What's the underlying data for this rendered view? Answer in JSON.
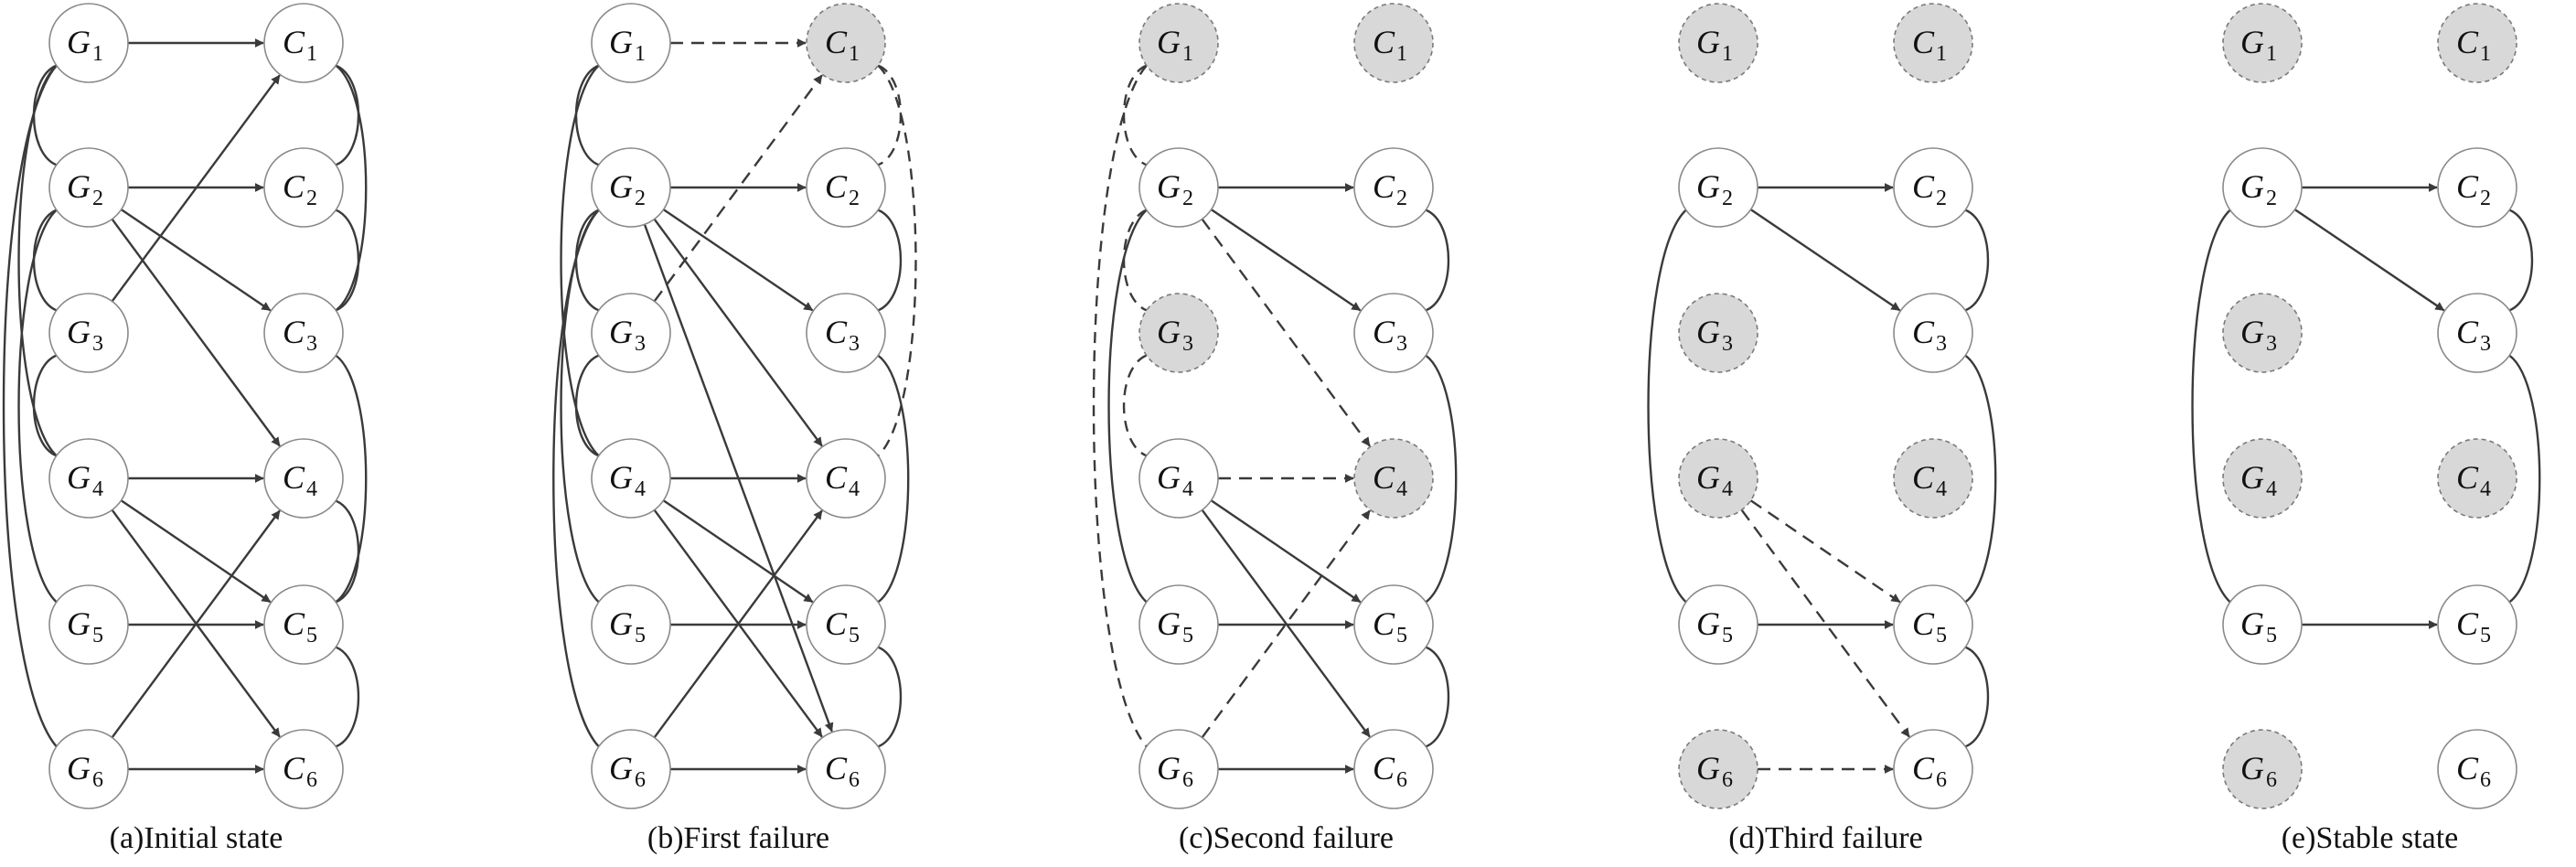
{
  "colors": {
    "stroke": "#3a3a3a",
    "node_fill_active": "#ffffff",
    "node_stroke_active": "#8a8a8a",
    "node_fill_failed": "#d8d8d8",
    "node_stroke_failed": "#7a7a7a",
    "edge": "#3a3a3a",
    "caption": "#111111"
  },
  "node_labels": {
    "G1": {
      "base": "G",
      "sub": "1"
    },
    "G2": {
      "base": "G",
      "sub": "2"
    },
    "G3": {
      "base": "G",
      "sub": "3"
    },
    "G4": {
      "base": "G",
      "sub": "4"
    },
    "G5": {
      "base": "G",
      "sub": "5"
    },
    "G6": {
      "base": "G",
      "sub": "6"
    },
    "C1": {
      "base": "C",
      "sub": "1"
    },
    "C2": {
      "base": "C",
      "sub": "2"
    },
    "C3": {
      "base": "C",
      "sub": "3"
    },
    "C4": {
      "base": "C",
      "sub": "4"
    },
    "C5": {
      "base": "C",
      "sub": "5"
    },
    "C6": {
      "base": "C",
      "sub": "6"
    }
  },
  "panels": [
    {
      "id": "a",
      "caption": "(a)Initial state",
      "failed_nodes": [],
      "edges": [
        {
          "from": "G1",
          "to": "C1",
          "style": "solid"
        },
        {
          "from": "G2",
          "to": "C2",
          "style": "solid"
        },
        {
          "from": "G2",
          "to": "C3",
          "style": "solid"
        },
        {
          "from": "G2",
          "to": "C4",
          "style": "solid"
        },
        {
          "from": "G3",
          "to": "C1",
          "style": "solid"
        },
        {
          "from": "G4",
          "to": "C4",
          "style": "solid"
        },
        {
          "from": "G4",
          "to": "C5",
          "style": "solid"
        },
        {
          "from": "G4",
          "to": "C6",
          "style": "solid"
        },
        {
          "from": "G5",
          "to": "C5",
          "style": "solid"
        },
        {
          "from": "G6",
          "to": "C4",
          "style": "solid"
        },
        {
          "from": "G6",
          "to": "C6",
          "style": "solid"
        }
      ],
      "couplings": [
        {
          "a": "G1",
          "b": "G2",
          "side": "left",
          "style": "solid"
        },
        {
          "a": "G1",
          "b": "G4",
          "side": "left",
          "style": "solid"
        },
        {
          "a": "G1",
          "b": "G6",
          "side": "left",
          "style": "solid"
        },
        {
          "a": "G2",
          "b": "G3",
          "side": "left",
          "style": "solid"
        },
        {
          "a": "G2",
          "b": "G5",
          "side": "left",
          "style": "solid"
        },
        {
          "a": "G3",
          "b": "G4",
          "side": "left",
          "style": "solid"
        },
        {
          "a": "C1",
          "b": "C2",
          "side": "right",
          "style": "solid"
        },
        {
          "a": "C1",
          "b": "C3",
          "side": "right",
          "style": "solid"
        },
        {
          "a": "C2",
          "b": "C3",
          "side": "right",
          "style": "solid"
        },
        {
          "a": "C3",
          "b": "C5",
          "side": "right",
          "style": "solid"
        },
        {
          "a": "C4",
          "b": "C5",
          "side": "right",
          "style": "solid"
        },
        {
          "a": "C5",
          "b": "C6",
          "side": "right",
          "style": "solid"
        }
      ]
    },
    {
      "id": "b",
      "caption": "(b)First failure",
      "failed_nodes": [
        "C1"
      ],
      "edges": [
        {
          "from": "G1",
          "to": "C1",
          "style": "dashed"
        },
        {
          "from": "G2",
          "to": "C2",
          "style": "solid"
        },
        {
          "from": "G2",
          "to": "C3",
          "style": "solid"
        },
        {
          "from": "G2",
          "to": "C4",
          "style": "solid"
        },
        {
          "from": "G2",
          "to": "C6",
          "style": "solid"
        },
        {
          "from": "G3",
          "to": "C1",
          "style": "dashed"
        },
        {
          "from": "G4",
          "to": "C4",
          "style": "solid"
        },
        {
          "from": "G4",
          "to": "C5",
          "style": "solid"
        },
        {
          "from": "G4",
          "to": "C6",
          "style": "solid"
        },
        {
          "from": "G5",
          "to": "C5",
          "style": "solid"
        },
        {
          "from": "G6",
          "to": "C4",
          "style": "solid"
        },
        {
          "from": "G6",
          "to": "C6",
          "style": "solid"
        }
      ],
      "couplings": [
        {
          "a": "G1",
          "b": "G2",
          "side": "left",
          "style": "solid"
        },
        {
          "a": "G1",
          "b": "G4",
          "side": "left",
          "style": "solid"
        },
        {
          "a": "G2",
          "b": "G3",
          "side": "left",
          "style": "solid"
        },
        {
          "a": "G2",
          "b": "G5",
          "side": "left",
          "style": "solid"
        },
        {
          "a": "G2",
          "b": "G6",
          "side": "left",
          "style": "solid"
        },
        {
          "a": "G3",
          "b": "G4",
          "side": "left",
          "style": "solid"
        },
        {
          "a": "C1",
          "b": "C2",
          "side": "right",
          "style": "dashed"
        },
        {
          "a": "C1",
          "b": "C4",
          "side": "right",
          "style": "dashed"
        },
        {
          "a": "C2",
          "b": "C3",
          "side": "right",
          "style": "solid"
        },
        {
          "a": "C3",
          "b": "C5",
          "side": "right",
          "style": "solid"
        },
        {
          "a": "C5",
          "b": "C6",
          "side": "right",
          "style": "solid"
        }
      ]
    },
    {
      "id": "c",
      "caption": "(c)Second failure",
      "failed_nodes": [
        "G1",
        "C1",
        "G3",
        "C4"
      ],
      "edges": [
        {
          "from": "G2",
          "to": "C2",
          "style": "solid"
        },
        {
          "from": "G2",
          "to": "C3",
          "style": "solid"
        },
        {
          "from": "G2",
          "to": "C4",
          "style": "dashed"
        },
        {
          "from": "G4",
          "to": "C4",
          "style": "dashed"
        },
        {
          "from": "G4",
          "to": "C5",
          "style": "solid"
        },
        {
          "from": "G4",
          "to": "C6",
          "style": "solid"
        },
        {
          "from": "G5",
          "to": "C5",
          "style": "solid"
        },
        {
          "from": "G6",
          "to": "C4",
          "style": "dashed"
        },
        {
          "from": "G6",
          "to": "C6",
          "style": "solid"
        }
      ],
      "couplings": [
        {
          "a": "G1",
          "b": "G2",
          "side": "left",
          "style": "dashed"
        },
        {
          "a": "G1",
          "b": "G6",
          "side": "left",
          "style": "dashed"
        },
        {
          "a": "G2",
          "b": "G3",
          "side": "left",
          "style": "dashed"
        },
        {
          "a": "G2",
          "b": "G5",
          "side": "left",
          "style": "solid"
        },
        {
          "a": "G3",
          "b": "G4",
          "side": "left",
          "style": "dashed"
        },
        {
          "a": "C2",
          "b": "C3",
          "side": "right",
          "style": "solid"
        },
        {
          "a": "C3",
          "b": "C5",
          "side": "right",
          "style": "solid"
        },
        {
          "a": "C5",
          "b": "C6",
          "side": "right",
          "style": "solid"
        }
      ]
    },
    {
      "id": "d",
      "caption": "(d)Third failure",
      "failed_nodes": [
        "G1",
        "C1",
        "G3",
        "G4",
        "C4",
        "G6"
      ],
      "edges": [
        {
          "from": "G2",
          "to": "C2",
          "style": "solid"
        },
        {
          "from": "G2",
          "to": "C3",
          "style": "solid"
        },
        {
          "from": "G4",
          "to": "C5",
          "style": "dashed"
        },
        {
          "from": "G4",
          "to": "C6",
          "style": "dashed"
        },
        {
          "from": "G5",
          "to": "C5",
          "style": "solid"
        },
        {
          "from": "G6",
          "to": "C6",
          "style": "dashed"
        }
      ],
      "couplings": [
        {
          "a": "G2",
          "b": "G5",
          "side": "left",
          "style": "solid"
        },
        {
          "a": "C2",
          "b": "C3",
          "side": "right",
          "style": "solid"
        },
        {
          "a": "C3",
          "b": "C5",
          "side": "right",
          "style": "solid"
        },
        {
          "a": "C5",
          "b": "C6",
          "side": "right",
          "style": "solid"
        }
      ]
    },
    {
      "id": "e",
      "caption": "(e)Stable state",
      "failed_nodes": [
        "G1",
        "C1",
        "G3",
        "G4",
        "C4",
        "G6"
      ],
      "edges": [
        {
          "from": "G2",
          "to": "C2",
          "style": "solid"
        },
        {
          "from": "G2",
          "to": "C3",
          "style": "solid"
        },
        {
          "from": "G5",
          "to": "C5",
          "style": "solid"
        }
      ],
      "couplings": [
        {
          "a": "G2",
          "b": "G5",
          "side": "left",
          "style": "solid"
        },
        {
          "a": "C2",
          "b": "C3",
          "side": "right",
          "style": "solid"
        },
        {
          "a": "C3",
          "b": "C5",
          "side": "right",
          "style": "solid"
        }
      ]
    }
  ]
}
